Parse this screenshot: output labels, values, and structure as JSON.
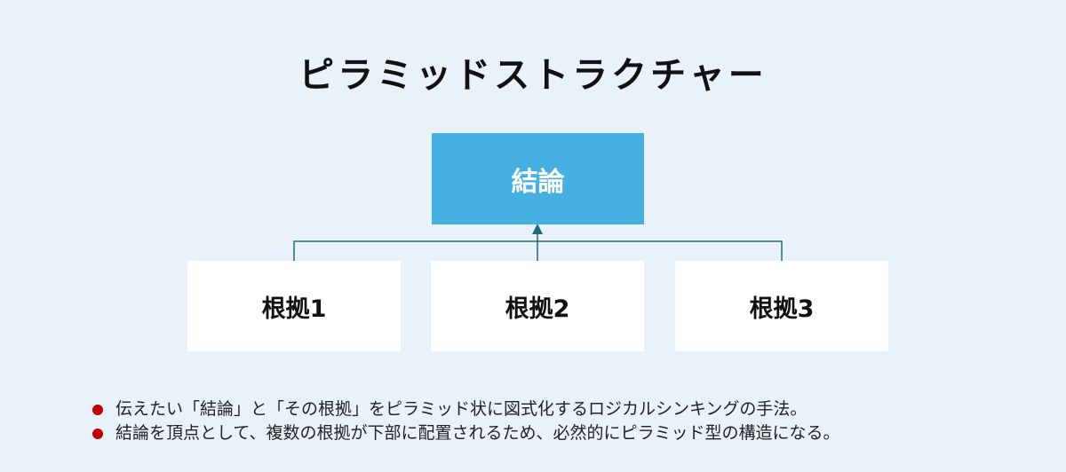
{
  "title": "ピラミッドストラクチャー",
  "conclusion": "結論",
  "reasons": [
    "根拠1",
    "根拠2",
    "根拠3"
  ],
  "bullets": [
    "伝えたい「結論」と「その根拠」をピラミッド状に図式化するロジカルシンキングの手法。",
    "結論を頂点として、複数の根拠が下部に配置されるため、必然的にピラミッド型の構造になる。"
  ],
  "colors": {
    "background": "#e9f1fb",
    "conclusion_box": "#45b0e1",
    "connector": "#1f6a78",
    "bullet": "#c00000"
  }
}
